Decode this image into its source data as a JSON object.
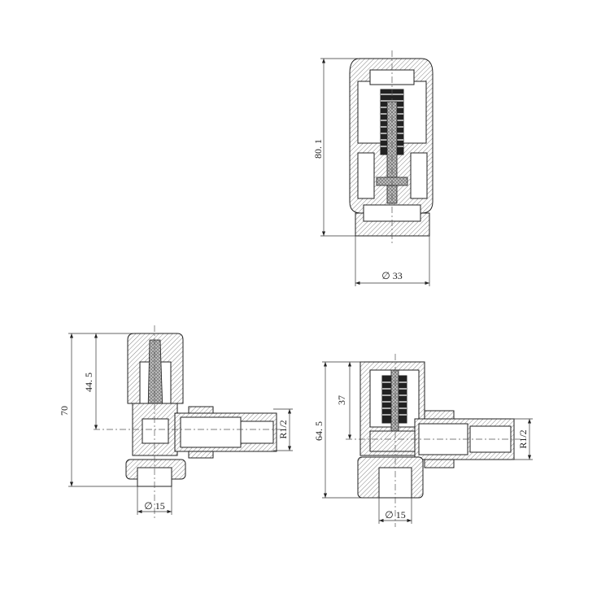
{
  "views": {
    "thermostatic_head": {
      "height_dim": "80. 1",
      "diameter_dim": "∅ 33"
    },
    "angle_valve_manual": {
      "overall_height_dim": "70",
      "center_height_dim": "44. 5",
      "thread_dim": "R1/2",
      "pipe_diameter_dim": "∅ 15"
    },
    "angle_valve_thermostatic": {
      "center_height_dim": "37",
      "overall_height_dim": "64. 5",
      "thread_dim": "R1/2",
      "pipe_diameter_dim": "∅ 15"
    }
  }
}
